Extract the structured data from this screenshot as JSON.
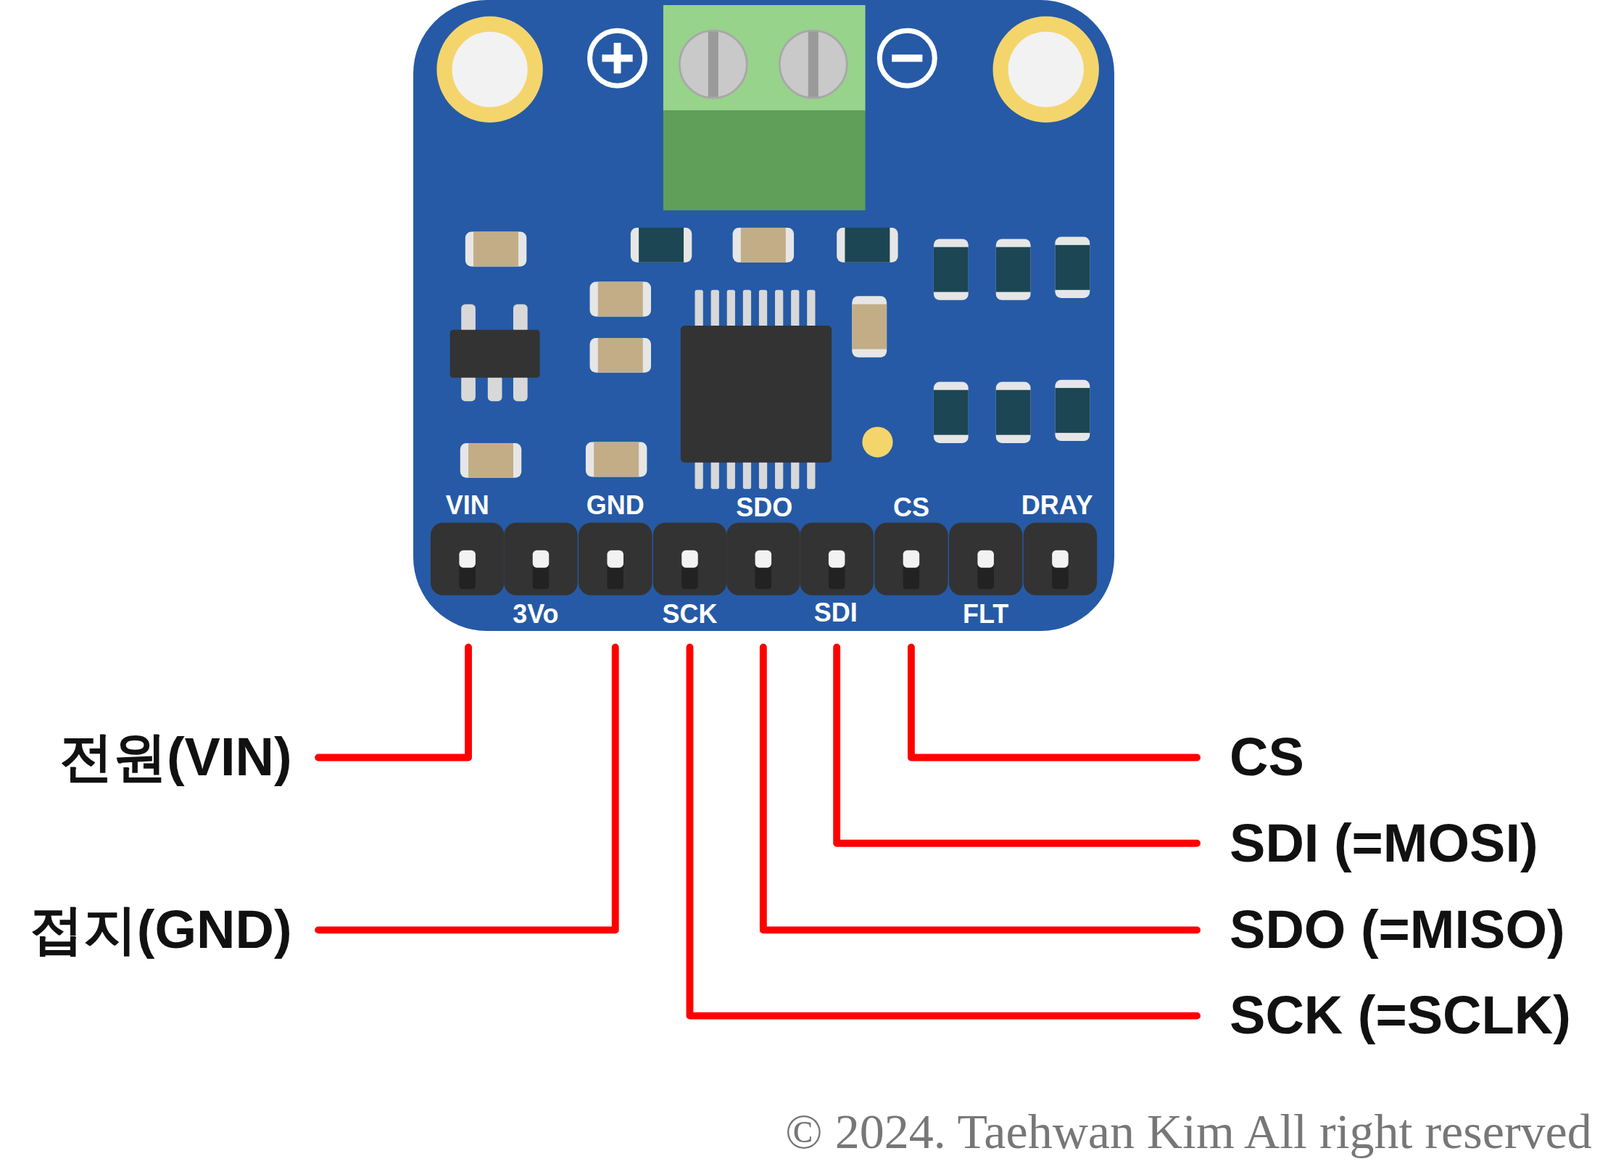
{
  "diagram": {
    "labels": [
      "VIN",
      "GND",
      "SDO",
      "CS",
      "DRAY",
      "3Vo",
      "SCK",
      "SDI",
      "FLT",
      "전원(VIN)",
      "접지(GND)",
      "CS",
      "SDI (=MOSI)",
      "SDO (=MISO)",
      "SCK (=SCLK)",
      "© 2024. Taehwan Kim All right reserved"
    ]
  }
}
